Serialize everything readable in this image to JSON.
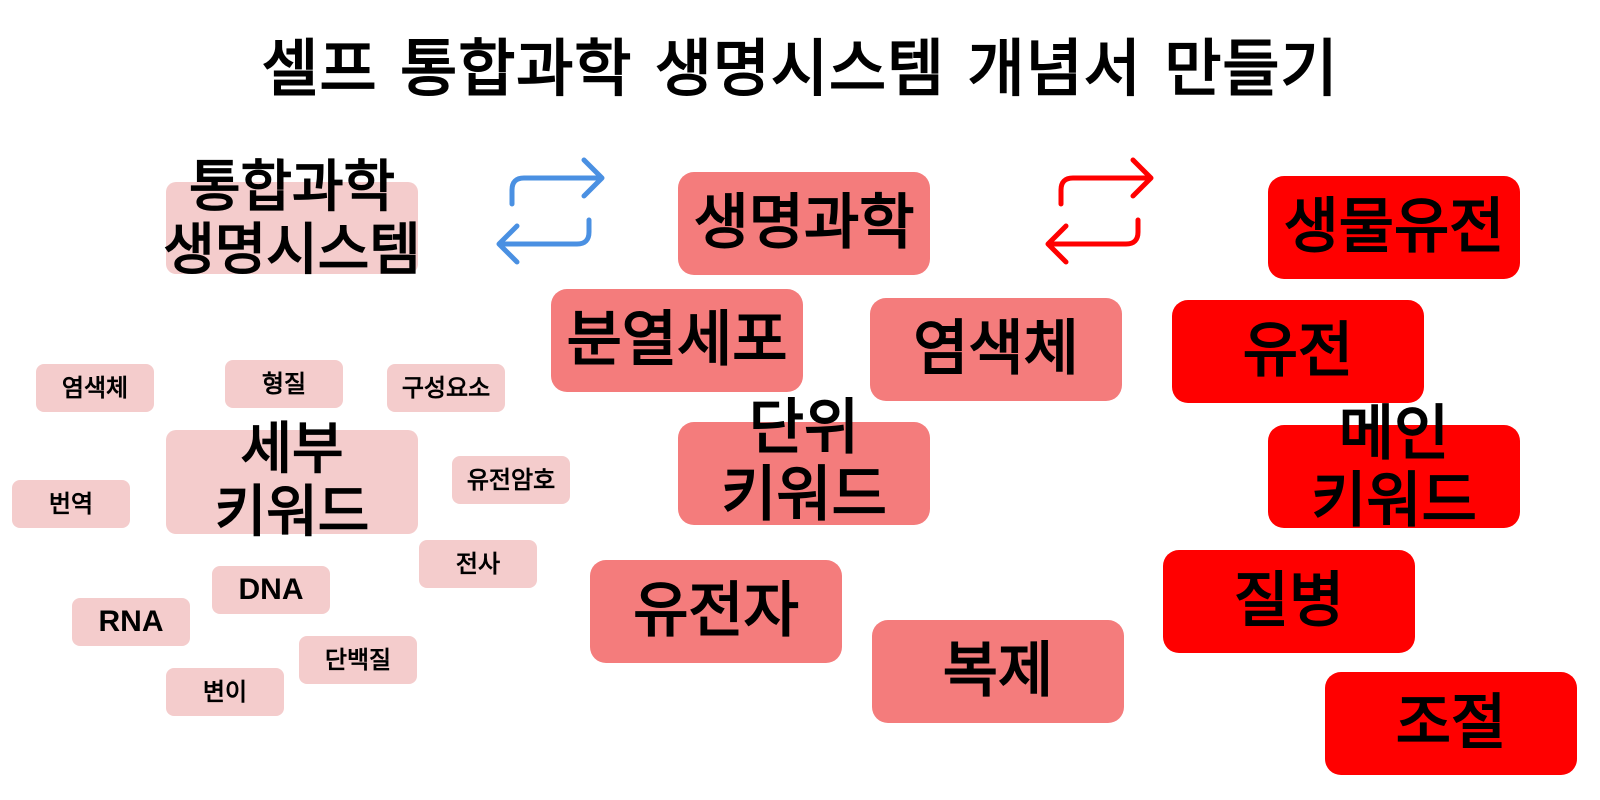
{
  "title": "셀프 통합과학 생명시스템 개념서 만들기",
  "colors": {
    "detail": "#f4cccc",
    "unit": "#f47c7c",
    "main": "#ff0000",
    "arrow_left": "#4a90e2",
    "arrow_right": "#ff0000"
  },
  "icons": [
    "swap-arrows-icon",
    "swap-arrows-icon"
  ],
  "detail_group": {
    "header": "통합과학\n생명시스템",
    "center": "세부\n키워드",
    "keywords": [
      "염색체",
      "형질",
      "구성요소",
      "번역",
      "유전암호",
      "전사",
      "DNA",
      "RNA",
      "단백질",
      "변이"
    ]
  },
  "unit_group": {
    "header": "생명과학",
    "center": "단위\n키워드",
    "keywords": [
      "분열세포",
      "염색체",
      "유전자",
      "복제"
    ]
  },
  "main_group": {
    "header": "생물유전",
    "center": "메인\n키워드",
    "keywords": [
      "유전",
      "질병",
      "조절"
    ]
  }
}
